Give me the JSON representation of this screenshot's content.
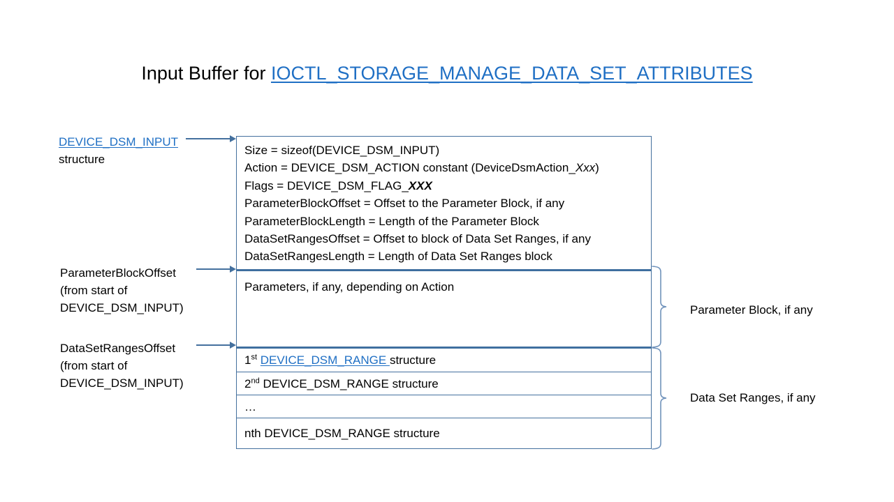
{
  "title": {
    "prefix": "Input Buffer for ",
    "link": "IOCTL_STORAGE_MANAGE_DATA_SET_ATTRIBUTES"
  },
  "colors": {
    "link": "#1f6fc4",
    "border": "#44709e",
    "thick_border": "#3f6f9f",
    "arrow": "#44709e",
    "text": "#000000",
    "background": "#ffffff"
  },
  "side_labels": {
    "input_struct": {
      "link": "DEVICE_DSM_INPUT",
      "line2": "structure"
    },
    "parameter_block_offset": {
      "line1": "ParameterBlockOffset",
      "line2": "(from start of",
      "line3": "DEVICE_DSM_INPUT)"
    },
    "data_set_ranges_offset": {
      "line1": "DataSetRangesOffset",
      "line2": "(from start of",
      "line3": "DEVICE_DSM_INPUT)"
    }
  },
  "header_block": {
    "fields": [
      {
        "text": "Size  = sizeof(DEVICE_DSM_INPUT)"
      },
      {
        "text": "Action = DEVICE_DSM_ACTION  constant (DeviceDsmAction_",
        "italic": "Xxx",
        "suffix": ")"
      },
      {
        "text": "Flags = DEVICE_DSM_FLAG_",
        "bold_italic": "XXX"
      },
      {
        "text": "ParameterBlockOffset  = Offset to the Parameter Block, if any"
      },
      {
        "text": "ParameterBlockLength  = Length of the Parameter  Block"
      },
      {
        "text": "DataSetRangesOffset  = Offset to block of Data Set Ranges, if any"
      },
      {
        "text": "DataSetRangesLength  = Length of Data Set Ranges block"
      }
    ]
  },
  "parameter_block": {
    "text": "Parameters, if any, depending on Action"
  },
  "range_rows": [
    {
      "ordinal": "1",
      "sup": "st",
      "link": "DEVICE_DSM_RANGE ",
      "tail": "structure"
    },
    {
      "ordinal": "2",
      "sup": "nd",
      "plain": " DEVICE_DSM_RANGE  structure"
    },
    {
      "ordinal": "…",
      "sup": "",
      "plain": ""
    },
    {
      "ordinal": "nth DEVICE_DSM_RANGE  structure",
      "sup": "",
      "plain": ""
    }
  ],
  "brace_labels": {
    "parameter_block": "Parameter Block, if any",
    "data_set_ranges": "Data Set Ranges, if any"
  }
}
